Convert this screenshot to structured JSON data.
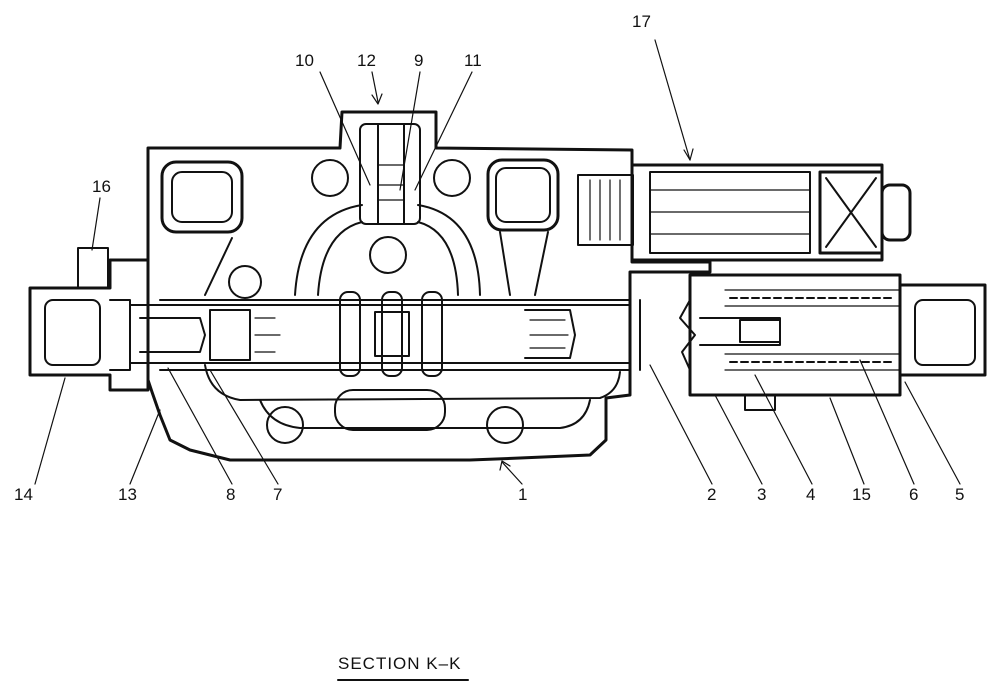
{
  "callouts": {
    "c1": "1",
    "c2": "2",
    "c3": "3",
    "c4": "4",
    "c5": "5",
    "c6": "6",
    "c7": "7",
    "c8": "8",
    "c9": "9",
    "c10": "10",
    "c11": "11",
    "c12": "12",
    "c13": "13",
    "c14": "14",
    "c15": "15",
    "c16": "16",
    "c17": "17"
  },
  "caption": "SECTION  K–K",
  "colors": {
    "ink": "#111111",
    "paper": "#ffffff"
  }
}
